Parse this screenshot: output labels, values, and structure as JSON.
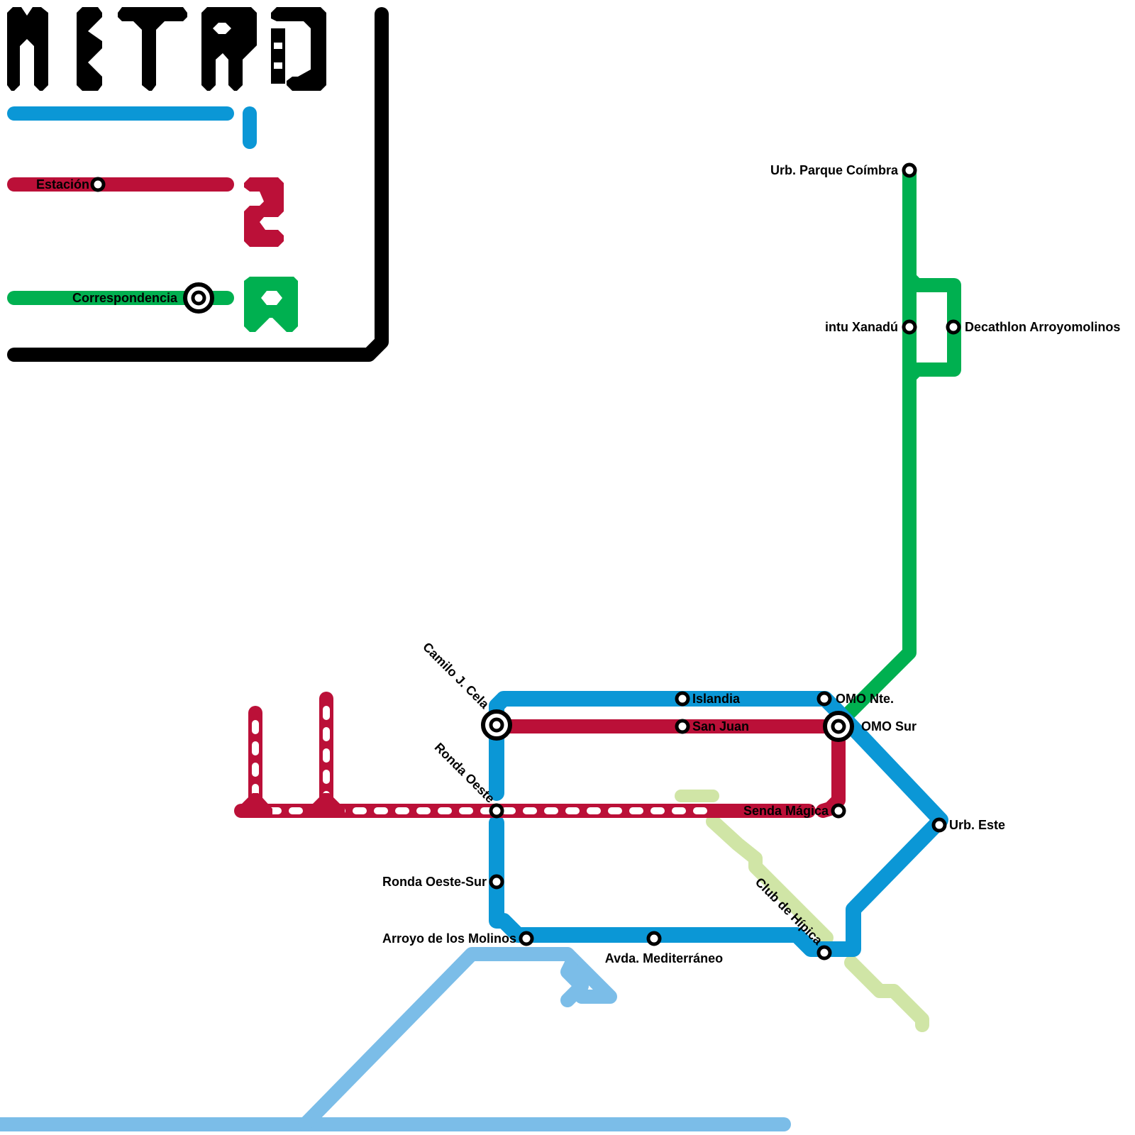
{
  "logo": {
    "title": "METRO",
    "legend": [
      {
        "line": "1",
        "color": "#0b97d6",
        "sample_label": ""
      },
      {
        "line": "2",
        "color": "#bb1038",
        "sample_label": "Estación"
      },
      {
        "line": "R",
        "color": "#00b050",
        "sample_label": "Correspondencia"
      }
    ]
  },
  "colors": {
    "line1": "#0b97d6",
    "line2": "#bb1038",
    "lineR": "#00b050",
    "planned_blue": "#7bbde8",
    "planned_green": "#d0e5a6",
    "frame": "#000000",
    "station_fill": "#ffffff",
    "station_stroke": "#000000"
  },
  "lines": [
    {
      "id": "line1",
      "name": "1",
      "color": "#0b97d6"
    },
    {
      "id": "line2",
      "name": "2",
      "color": "#bb1038"
    },
    {
      "id": "lineR",
      "name": "R",
      "color": "#00b050"
    },
    {
      "id": "planned-blue",
      "name": "",
      "color": "#7bbde8"
    },
    {
      "id": "planned-green",
      "name": "",
      "color": "#d0e5a6"
    }
  ],
  "stations": [
    {
      "id": "urb-parque-coimbra",
      "name": "Urb. Parque Coímbra",
      "type": "station",
      "lines": [
        "R"
      ]
    },
    {
      "id": "intu-xanadu",
      "name": "intu Xanadú",
      "type": "station",
      "lines": [
        "R"
      ]
    },
    {
      "id": "decathlon-arroyomolinos",
      "name": "Decathlon Arroyomolinos",
      "type": "station",
      "lines": [
        "R"
      ]
    },
    {
      "id": "camilo-j-cela",
      "name": "Camilo J. Cela",
      "type": "interchange",
      "lines": [
        "1",
        "2"
      ]
    },
    {
      "id": "islandia",
      "name": "Islandia",
      "type": "station",
      "lines": [
        "1"
      ]
    },
    {
      "id": "san-juan",
      "name": "San Juan",
      "type": "station",
      "lines": [
        "2"
      ]
    },
    {
      "id": "omo-nte",
      "name": "OMO Nte.",
      "type": "station",
      "lines": [
        "1"
      ]
    },
    {
      "id": "omo-sur",
      "name": "OMO Sur",
      "type": "interchange",
      "lines": [
        "1",
        "2",
        "R"
      ]
    },
    {
      "id": "ronda-oeste",
      "name": "Ronda Oeste",
      "type": "station",
      "lines": [
        "1",
        "2"
      ]
    },
    {
      "id": "senda-magica",
      "name": "Senda Mágica",
      "type": "station",
      "lines": [
        "2"
      ]
    },
    {
      "id": "urb-este",
      "name": "Urb. Este",
      "type": "station",
      "lines": [
        "1"
      ]
    },
    {
      "id": "ronda-oeste-sur",
      "name": "Ronda Oeste-Sur",
      "type": "station",
      "lines": [
        "1"
      ]
    },
    {
      "id": "arroyo-de-los-molinos",
      "name": "Arroyo de los Molinos",
      "type": "station",
      "lines": [
        "1"
      ]
    },
    {
      "id": "avda-mediterraneo",
      "name": "Avda. Mediterráneo",
      "type": "station",
      "lines": [
        "1"
      ]
    },
    {
      "id": "club-de-hipica",
      "name": "Club de Hípica",
      "type": "station",
      "lines": [
        "1"
      ]
    }
  ]
}
